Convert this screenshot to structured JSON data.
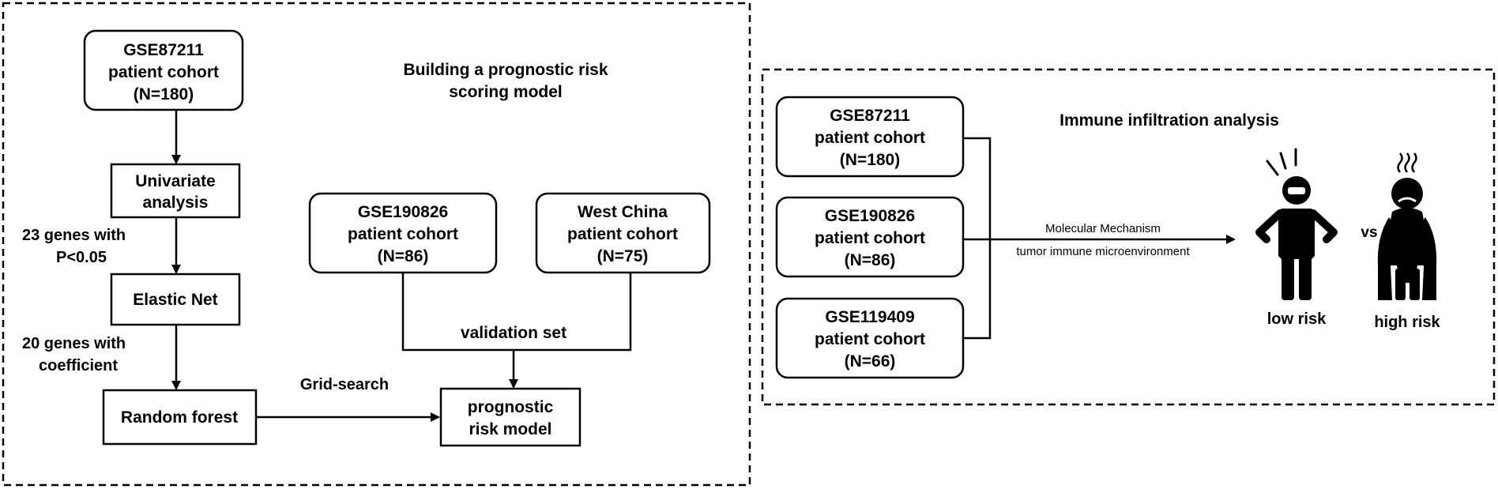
{
  "left_panel": {
    "title_line1": "Building a prognostic risk",
    "title_line2": "scoring model",
    "cohort_gse87211": {
      "line1": "GSE87211",
      "line2": "patient cohort",
      "line3": "(N=180)"
    },
    "univariate": {
      "line1": "Univariate",
      "line2": "analysis"
    },
    "step1_label": {
      "line1": "23 genes with",
      "line2": "P<0.05"
    },
    "elastic_net": "Elastic Net",
    "step2_label": {
      "line1": "20 genes with",
      "line2": "coefficient"
    },
    "random_forest": "Random forest",
    "grid_search": "Grid-search",
    "cohort_gse190826": {
      "line1": "GSE190826",
      "line2": "patient cohort",
      "line3": "(N=86)"
    },
    "cohort_west_china": {
      "line1": "West China",
      "line2": "patient cohort",
      "line3": "(N=75)"
    },
    "validation_set": "validation set",
    "model": {
      "line1": "prognostic",
      "line2": "risk model"
    }
  },
  "right_panel": {
    "title": "Immune infiltration analysis",
    "cohorts": [
      {
        "line1": "GSE87211",
        "line2": "patient cohort",
        "line3": "(N=180)"
      },
      {
        "line1": "GSE190826",
        "line2": "patient cohort",
        "line3": "(N=86)"
      },
      {
        "line1": "GSE119409",
        "line2": "patient cohort",
        "line3": "(N=66)"
      }
    ],
    "arrow_label_top": "Molecular Mechanism",
    "arrow_label_bottom": "tumor immune microenvironment",
    "low_risk_label": "low risk",
    "vs_label": "vs",
    "high_risk_label": "high risk"
  }
}
